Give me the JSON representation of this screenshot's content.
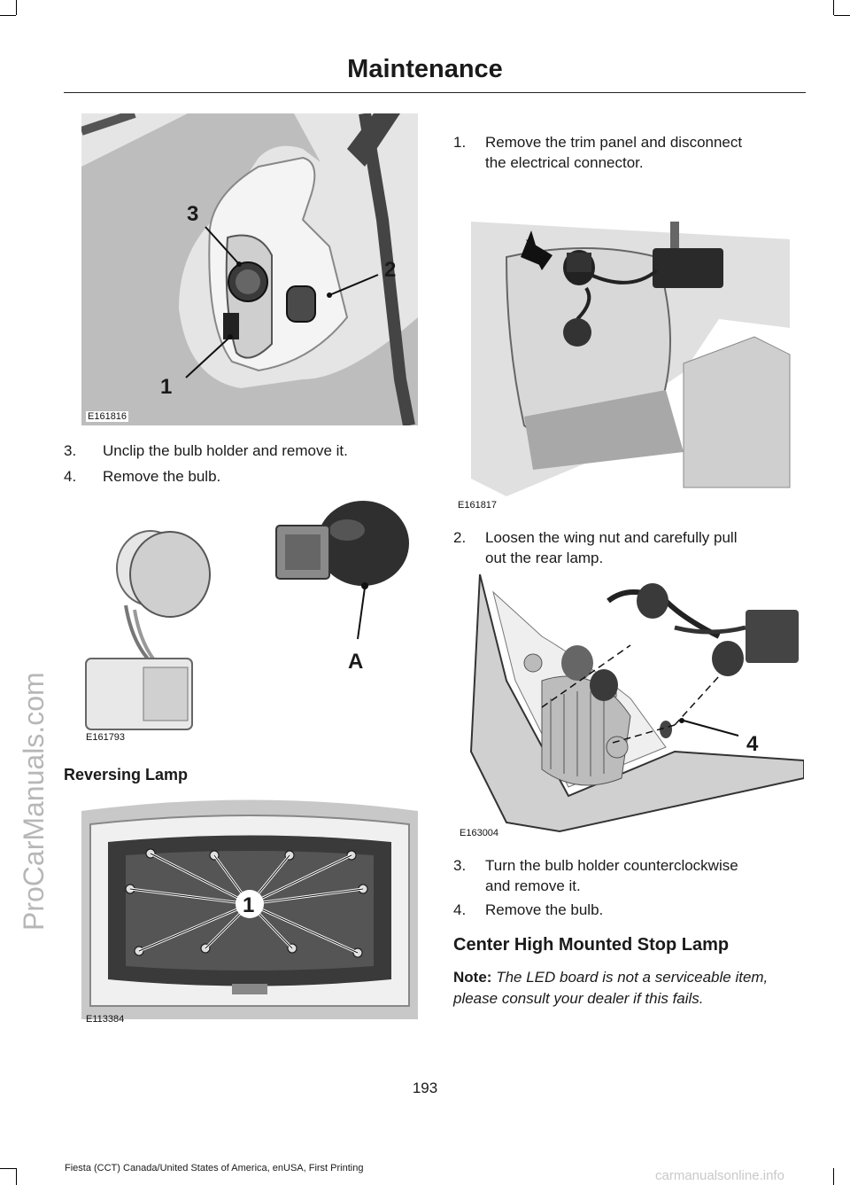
{
  "header": {
    "title": "Maintenance"
  },
  "sidebar": {
    "text": "ProCarManuals.com"
  },
  "figures": {
    "fig1": {
      "code": "E161816",
      "callouts": [
        "1",
        "2",
        "3"
      ]
    },
    "fig2": {
      "code": "E161793",
      "callouts": [
        "A"
      ]
    },
    "fig3": {
      "code": "E113384",
      "callouts": [
        "1"
      ]
    },
    "fig4": {
      "code": "E161817"
    },
    "fig5": {
      "code": "E163004",
      "callouts": [
        "4"
      ]
    }
  },
  "left_steps": [
    {
      "num": "3.",
      "text": "Unclip the bulb holder and remove it."
    },
    {
      "num": "4.",
      "text": "Remove the bulb."
    }
  ],
  "reversing_heading": "Reversing Lamp",
  "right_steps_a": [
    {
      "num": "1.",
      "line1": "Remove the trim panel and disconnect",
      "line2": "the electrical connector."
    }
  ],
  "right_steps_b": [
    {
      "num": "2.",
      "line1": "Loosen the wing nut and carefully pull",
      "line2": "out the rear lamp."
    }
  ],
  "right_steps_c": [
    {
      "num": "3.",
      "line1": "Turn the bulb holder counterclockwise",
      "line2": "and remove it."
    },
    {
      "num": "4.",
      "line1": "Remove the bulb."
    }
  ],
  "chmsl_heading": "Center High Mounted Stop Lamp",
  "note": {
    "label": "Note:",
    "text": "The LED board is not a serviceable item, please consult your dealer if this fails."
  },
  "page_number": "193",
  "footer": "Fiesta (CCT) Canada/United States of America, enUSA, First Printing",
  "watermark": "carmanualsonline.info"
}
